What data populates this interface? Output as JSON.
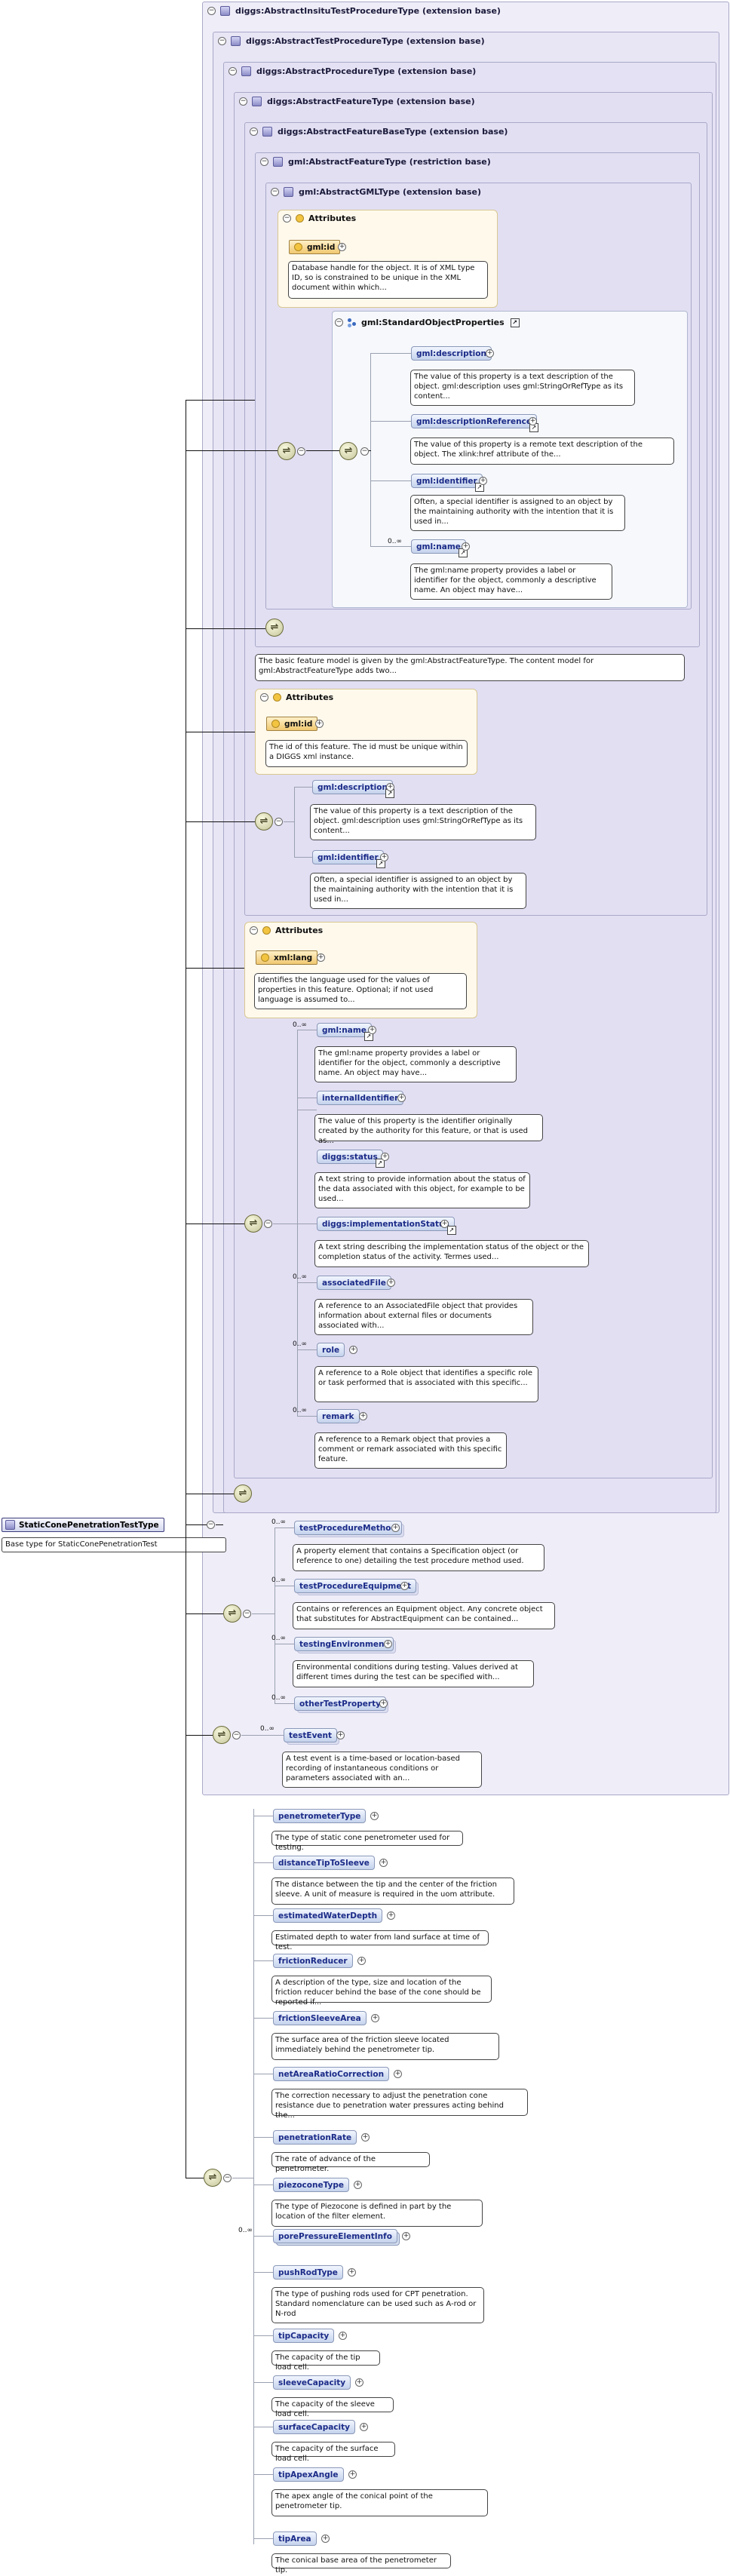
{
  "root": {
    "name": "StaticConePenetrationTestType",
    "doc": "Base type for StaticConePenetrationTest"
  },
  "ext": {
    "insitu": "diggs:AbstractInsituTestProcedureType (extension base)",
    "test": "diggs:AbstractTestProcedureType (extension base)",
    "procedure": "diggs:AbstractProcedureType (extension base)",
    "feature": "diggs:AbstractFeatureType (extension base)",
    "featurebase": "diggs:AbstractFeatureBaseType (extension base)",
    "gmlfeature": "gml:AbstractFeatureType (restriction base)",
    "gmlgml": "gml:AbstractGMLType (extension base)"
  },
  "gml": {
    "attributes_title": "Attributes",
    "id_name": "gml:id",
    "id_doc": "Database handle for the object. It is of XML type ID, so is constrained to be unique in the XML document within which...",
    "group_name": "gml:StandardObjectProperties",
    "elements": [
      {
        "name": "gml:description",
        "doc": "The value of this property is a text description of the object. gml:description uses gml:StringOrRefType as its content..."
      },
      {
        "name": "gml:descriptionReference",
        "doc": "The value of this property is a remote text description of the object. The xlink:href attribute of the..."
      },
      {
        "name": "gml:identifier",
        "doc": "Often, a special identifier is assigned to an object by the maintaining authority with the intention that it is used in..."
      },
      {
        "name": "gml:name",
        "mult": "0..∞",
        "doc": "The gml:name property provides a label or identifier for the object, commonly a descriptive name. An object may have..."
      }
    ]
  },
  "feature_doc": "The basic feature model is given by the gml:AbstractFeatureType. The content model for gml:AbstractFeatureType adds two...",
  "fb": {
    "attributes_title": "Attributes",
    "id_name": "gml:id",
    "id_doc": "The id of this feature. The id must be unique within a DIGGS xml instance.",
    "elements": [
      {
        "name": "gml:description",
        "doc": "The value of this property is a text description of the object. gml:description uses gml:StringOrRefType as its content..."
      },
      {
        "name": "gml:identifier",
        "doc": "Often, a special identifier is assigned to an object by the maintaining authority with the intention that it is used in..."
      }
    ]
  },
  "feat": {
    "attributes_title": "Attributes",
    "lang_name": "xml:lang",
    "lang_doc": "Identifies the language used for the values of properties in this feature. Optional; if not used language is assumed to...",
    "elements": [
      {
        "name": "gml:name",
        "mult": "0..∞",
        "doc": "The gml:name property provides a label or identifier for the object, commonly a descriptive name. An object may have..."
      },
      {
        "name": "internalIdentifier",
        "doc": "The value of this property is the identifier originally created by the authority for this feature, or that is used as..."
      },
      {
        "name": "diggs:status",
        "doc": "A text string to provide information about the status of the data associated with this object, for example to be used..."
      },
      {
        "name": "diggs:implementationStatus",
        "doc": "A text string describing the implementation status of the object or the completion status of the activity. Termes used..."
      },
      {
        "name": "associatedFile",
        "mult": "0..∞",
        "doc": "A reference to an AssociatedFile object that provides information about external files or documents associated with..."
      },
      {
        "name": "role",
        "mult": "0..∞",
        "doc": "A reference to a Role object that identifies a specific role or task performed that is associated with this specific..."
      },
      {
        "name": "remark",
        "mult": "0..∞",
        "doc": "A reference to a Remark object that provies a comment or remark associated with this specific feature."
      }
    ]
  },
  "test": {
    "elements": [
      {
        "name": "testProcedureMethod",
        "mult": "0..∞",
        "doc": "A property element that contains a Specification object (or reference to one) detailing the test procedure method used."
      },
      {
        "name": "testProcedureEquipment",
        "mult": "0..∞",
        "doc": "Contains or references an Equipment object. Any concrete object that substitutes for AbstractEquipment can be contained..."
      },
      {
        "name": "testingEnvironment",
        "mult": "0..∞",
        "doc": "Environmental conditions during testing. Values derived at different times during the test can be specified with..."
      },
      {
        "name": "otherTestProperty",
        "mult": "0..∞"
      }
    ]
  },
  "insitu": {
    "elements": [
      {
        "name": "testEvent",
        "mult": "0..∞",
        "doc": "A test event is a time-based or location-based recording of instantaneous conditions or parameters associated with an..."
      }
    ]
  },
  "own": {
    "elements": [
      {
        "name": "penetrometerType",
        "doc": "The type of static cone penetrometer used for testing."
      },
      {
        "name": "distanceTipToSleeve",
        "doc": "The distance between the tip and the center of the friction sleeve. A unit of measure is required in the uom attribute."
      },
      {
        "name": "estimatedWaterDepth",
        "doc": "Estimated depth to water from land surface at time of test."
      },
      {
        "name": "frictionReducer",
        "doc": "A description of the type, size and location of the friction reducer behind the base of the cone should be reported if..."
      },
      {
        "name": "frictionSleeveArea",
        "doc": "The surface area of the friction sleeve located immediately behind the penetrometer tip."
      },
      {
        "name": "netAreaRatioCorrection",
        "doc": "The correction necessary to adjust the penetration cone resistance due to penetration water pressures acting behind the..."
      },
      {
        "name": "penetrationRate",
        "doc": "The rate of advance of the penetrometer."
      },
      {
        "name": "piezoconeType",
        "doc": "The type of Piezocone is defined in part by the location of the filter element."
      },
      {
        "name": "porePressureElementInfo",
        "mult": "0..∞"
      },
      {
        "name": "pushRodType",
        "doc": "The type of pushing rods used for CPT penetration. Standard nomenclature can be used such as A-rod or N-rod"
      },
      {
        "name": "tipCapacity",
        "doc": "The capacity of the tip load cell."
      },
      {
        "name": "sleeveCapacity",
        "doc": "The capacity of the sleeve load cell."
      },
      {
        "name": "surfaceCapacity",
        "doc": "The capacity of the surface load cell."
      },
      {
        "name": "tipApexAngle",
        "doc": "The apex angle of the conical point of the penetrometer tip."
      },
      {
        "name": "tipArea",
        "doc": "The conical base area of the penetrometer tip."
      }
    ]
  },
  "icons": {
    "extension": "type-icon",
    "sequence": "sequence-icon",
    "attribute": "attribute-icon",
    "group": "group-icon",
    "ref": "reference-arrow-icon"
  }
}
